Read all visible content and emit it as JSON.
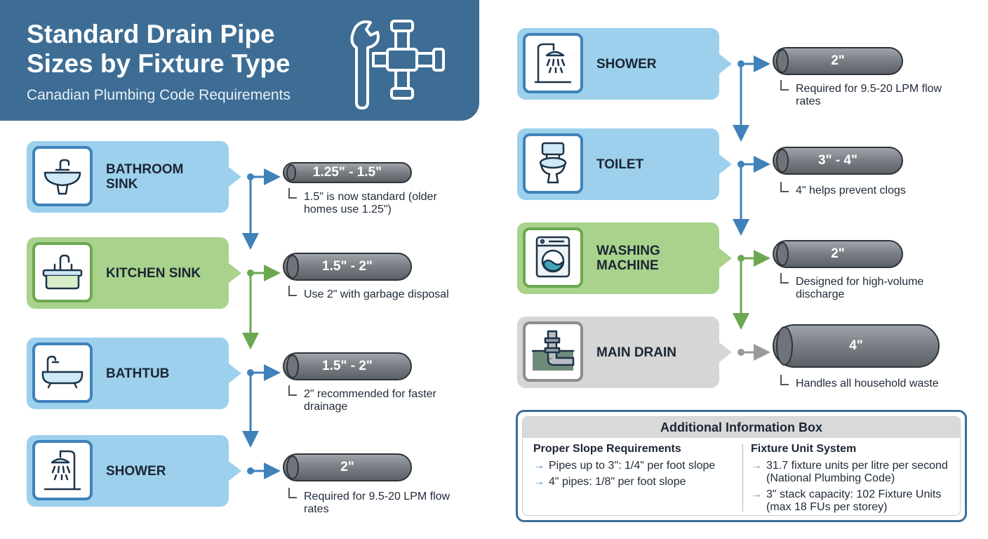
{
  "header": {
    "title": "Standard Drain Pipe Sizes by Fixture Type",
    "subtitle": "Canadian Plumbing Code Requirements"
  },
  "left_column": [
    {
      "fixture": "BATHROOM SINK",
      "pipe_size": "1.25\" - 1.5\"",
      "note": "1.5\" is now standard (older homes use 1.25\")",
      "color": "#9dd0ec"
    },
    {
      "fixture": "KITCHEN SINK",
      "pipe_size": "1.5\" - 2\"",
      "note": "Use 2\" with garbage disposal",
      "color": "#a9d28d"
    },
    {
      "fixture": "BATHTUB",
      "pipe_size": "1.5\" - 2\"",
      "note": "2\" recommended for faster drainage",
      "color": "#9dd0ec"
    },
    {
      "fixture": "SHOWER",
      "pipe_size": "2\"",
      "note": "Required for 9.5-20 LPM flow rates",
      "color": "#9dd0ec"
    }
  ],
  "right_column": [
    {
      "fixture": "SHOWER",
      "pipe_size": "2\"",
      "note": "Required for 9.5-20 LPM flow rates",
      "color": "#9dd0ec"
    },
    {
      "fixture": "TOILET",
      "pipe_size": "3\" - 4\"",
      "note": "4\" helps prevent clogs",
      "color": "#9dd0ec"
    },
    {
      "fixture": "WASHING MACHINE",
      "pipe_size": "2\"",
      "note": "Designed for high-volume discharge",
      "color": "#a9d28d"
    },
    {
      "fixture": "MAIN DRAIN",
      "pipe_size": "4\"",
      "note": "Handles all household waste",
      "color": "#d6d6d6"
    }
  ],
  "info_box": {
    "title": "Additional Information Box",
    "slope": {
      "heading": "Proper Slope Requirements",
      "items": [
        "Pipes up to 3\": 1/4\" per foot slope",
        "4\" pipes: 1/8\" per foot slope"
      ]
    },
    "fixture_units": {
      "heading": "Fixture Unit System",
      "items": [
        "31.7 fixture units per litre per second (National Plumbing Code)",
        "3\" stack capacity: 102 Fixture Units (max 18 FUs per storey)"
      ]
    }
  },
  "colors": {
    "header": "#3d6d94",
    "blue": "#3f82ba",
    "green": "#6ca850",
    "gray": "#8d8d8d"
  }
}
